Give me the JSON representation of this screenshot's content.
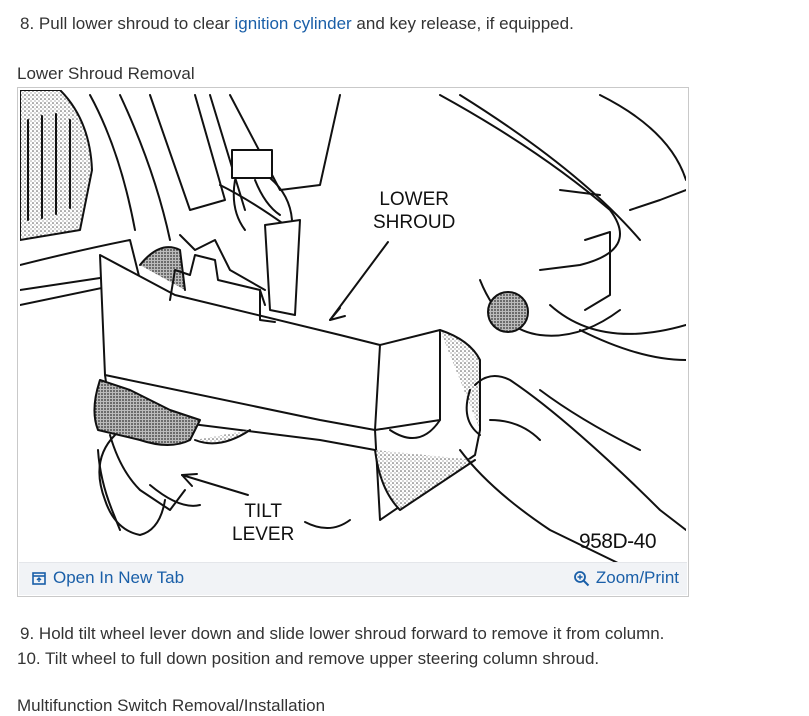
{
  "steps": {
    "s8": {
      "number": "8.",
      "before": " Pull lower shroud to clear ",
      "link": "ignition cylinder",
      "after": " and key release, if equipped."
    },
    "s9": {
      "number": "9.",
      "text": " Hold tilt wheel lever down and slide lower shroud forward to remove it from column."
    },
    "s10": {
      "number": "10.",
      "text": " Tilt wheel to full down position and remove upper steering column shroud."
    }
  },
  "figure": {
    "caption": "Lower Shroud Removal",
    "callouts": {
      "lower_shroud_1": "LOWER",
      "lower_shroud_2": "SHROUD",
      "tilt_lever_1": "TILT",
      "tilt_lever_2": "LEVER"
    },
    "figure_id": "958D-40",
    "open_label": "Open In New Tab",
    "zoom_label": "Zoom/Print"
  },
  "next_heading": "Multifunction Switch Removal/Installation",
  "colors": {
    "link": "#1a5fa8",
    "text": "#333333",
    "footer_bg": "#f1f3f6"
  },
  "icons": {
    "open": "open-in-new-tab-icon",
    "zoom": "zoom-magnifier-icon"
  }
}
